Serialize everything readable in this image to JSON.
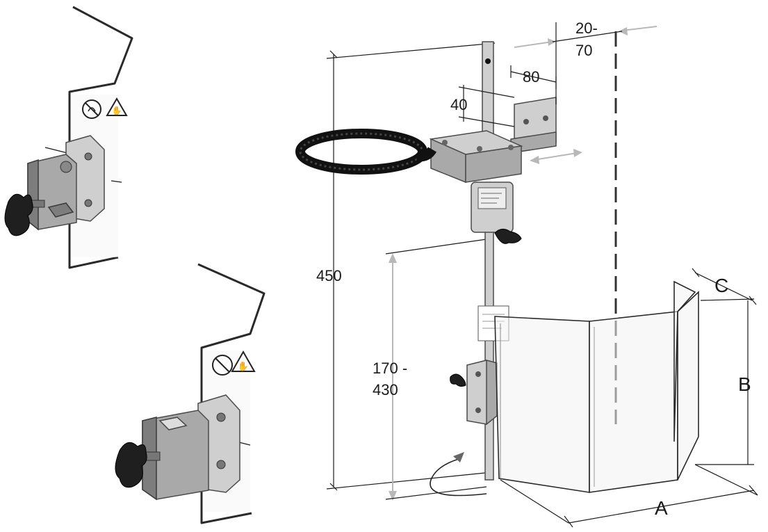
{
  "dimensions": {
    "offset_top": "20-",
    "offset_bottom": "70",
    "width_80": "80",
    "height_40": "40",
    "total_height": "450",
    "adjust_top": "170 -",
    "adjust_bottom": "430",
    "label_a": "A",
    "label_b": "B",
    "label_c": "C"
  },
  "colors": {
    "line": "#1a1a1a",
    "dimension_gray": "#b8b8b8",
    "metal": "#a9a9a9",
    "knob": "#1f1f1f"
  },
  "icons": [
    "hand-crush-warning-icon",
    "no-hand-icon"
  ]
}
